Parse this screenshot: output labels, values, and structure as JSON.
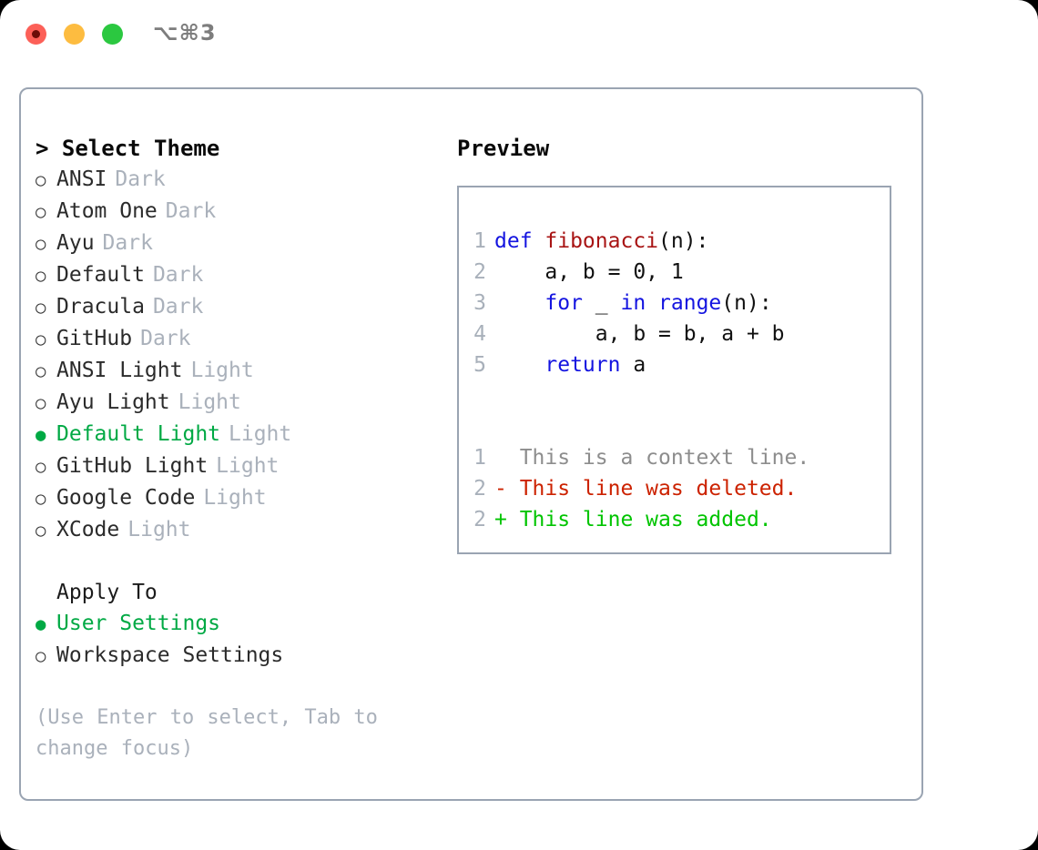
{
  "titlebar": {
    "shortcut": "⌥⌘3",
    "buttons": [
      {
        "name": "close",
        "color": "#fc6058"
      },
      {
        "name": "minimize",
        "color": "#fdbc40"
      },
      {
        "name": "zoom",
        "color": "#2bc840"
      }
    ]
  },
  "theme_panel": {
    "header": "> Select Theme",
    "items": [
      {
        "bullet": "○",
        "label": "ANSI",
        "variant": "Dark",
        "selected": false
      },
      {
        "bullet": "○",
        "label": "Atom One",
        "variant": "Dark",
        "selected": false
      },
      {
        "bullet": "○",
        "label": "Ayu",
        "variant": "Dark",
        "selected": false
      },
      {
        "bullet": "○",
        "label": "Default",
        "variant": "Dark",
        "selected": false
      },
      {
        "bullet": "○",
        "label": "Dracula",
        "variant": "Dark",
        "selected": false
      },
      {
        "bullet": "○",
        "label": "GitHub",
        "variant": "Dark",
        "selected": false
      },
      {
        "bullet": "○",
        "label": "ANSI Light",
        "variant": "Light",
        "selected": false
      },
      {
        "bullet": "○",
        "label": "Ayu Light",
        "variant": "Light",
        "selected": false
      },
      {
        "bullet": "●",
        "label": "Default Light",
        "variant": "Light",
        "selected": true
      },
      {
        "bullet": "○",
        "label": "GitHub Light",
        "variant": "Light",
        "selected": false
      },
      {
        "bullet": "○",
        "label": "Google Code",
        "variant": "Light",
        "selected": false
      },
      {
        "bullet": "○",
        "label": "XCode",
        "variant": "Light",
        "selected": false
      }
    ],
    "apply_to": {
      "header": "Apply To",
      "items": [
        {
          "bullet": "●",
          "label": "User Settings",
          "selected": true
        },
        {
          "bullet": "○",
          "label": "Workspace Settings",
          "selected": false
        }
      ]
    },
    "hint": "(Use Enter to select, Tab to change focus)"
  },
  "preview": {
    "header": "Preview",
    "code_lines": [
      {
        "num": "1",
        "tokens": [
          {
            "t": "def ",
            "c": "kw"
          },
          {
            "t": "fibonacci",
            "c": "fn"
          },
          {
            "t": "(n):",
            "c": "pl"
          }
        ]
      },
      {
        "num": "2",
        "tokens": [
          {
            "t": "    a, b = 0, 1",
            "c": "pl"
          }
        ]
      },
      {
        "num": "3",
        "tokens": [
          {
            "t": "    ",
            "c": "pl"
          },
          {
            "t": "for",
            "c": "kw"
          },
          {
            "t": " _ ",
            "c": "pl"
          },
          {
            "t": "in",
            "c": "kw"
          },
          {
            "t": " ",
            "c": "pl"
          },
          {
            "t": "range",
            "c": "kw"
          },
          {
            "t": "(n):",
            "c": "pl"
          }
        ]
      },
      {
        "num": "4",
        "tokens": [
          {
            "t": "        a, b = b, a + b",
            "c": "pl"
          }
        ]
      },
      {
        "num": "5",
        "tokens": [
          {
            "t": "    ",
            "c": "pl"
          },
          {
            "t": "return",
            "c": "kw"
          },
          {
            "t": " a",
            "c": "pl"
          }
        ]
      }
    ],
    "diff_lines": [
      {
        "num": "1",
        "marker": " ",
        "text": "  This is a context line.",
        "kind": "ctx"
      },
      {
        "num": "2",
        "marker": "-",
        "text": "- This line was deleted.",
        "kind": "del"
      },
      {
        "num": "2",
        "marker": "+",
        "text": "+ This line was added.",
        "kind": "add"
      }
    ]
  },
  "colors": {
    "border": "#9aa4b2",
    "accent_green": "#00a944",
    "muted": "#aab1bb",
    "keyword_blue": "#1414e0",
    "function_red": "#a81414",
    "diff_deleted": "#cc2200",
    "diff_added": "#00c400",
    "diff_context": "#8d8d8d"
  }
}
